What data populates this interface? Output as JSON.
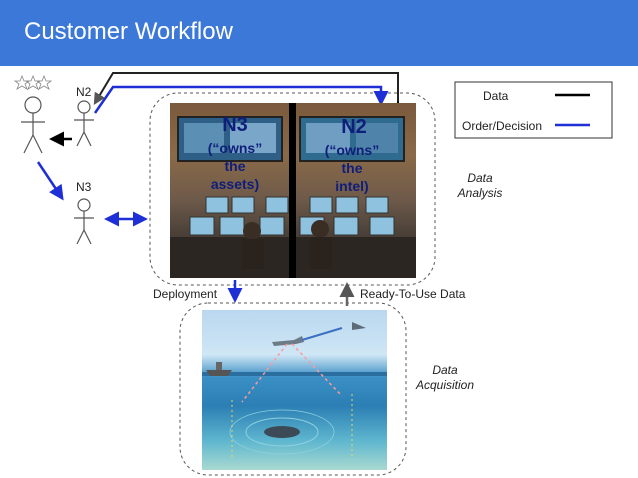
{
  "slide": {
    "title": "Customer Workflow"
  },
  "actors": {
    "n2_label": "N2",
    "n3_label": "N3"
  },
  "legend": {
    "data_label": "Data",
    "order_label": "Order/Decision",
    "data_color": "#000000",
    "order_color": "#1f2fd6"
  },
  "analysis": {
    "n3_heading": "N3",
    "n3_lines": [
      "(“owns”",
      "the",
      "assets)"
    ],
    "n2_heading": "N2",
    "n2_lines": [
      "(“owns”",
      "the",
      "intel)"
    ],
    "side_lines": [
      "Data",
      "Analysis"
    ]
  },
  "flows": {
    "deployment_label": "Deployment",
    "ready_label": "Ready-To-Use Data"
  },
  "acquisition": {
    "side_lines": [
      "Data",
      "Acquisition"
    ]
  },
  "colors": {
    "header": "#3c78d8",
    "text_heading": "#0f1e7a"
  }
}
